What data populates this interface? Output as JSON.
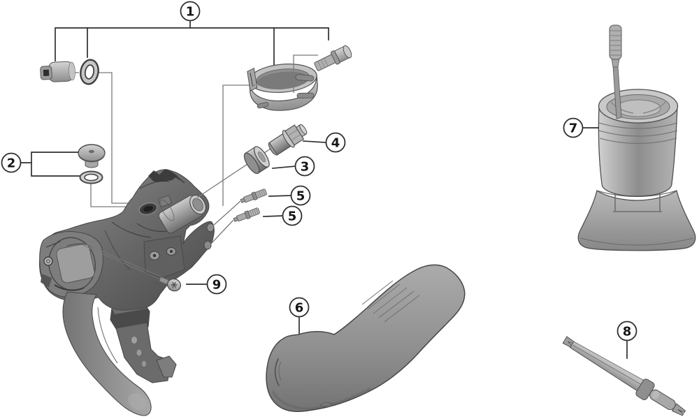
{
  "figure": {
    "kind": "exploded-parts-diagram",
    "background_color": "#ffffff",
    "outline_color": "#2f2f2f",
    "leader_line_color": "#7a7a7a",
    "part_fill_light": "#c9c9c9",
    "part_fill_mid": "#9a9a9a",
    "part_fill_dark": "#555555"
  },
  "callouts": {
    "c1": {
      "label": "1"
    },
    "c2": {
      "label": "2"
    },
    "c3": {
      "label": "3"
    },
    "c4": {
      "label": "4"
    },
    "c5a": {
      "label": "5"
    },
    "c5b": {
      "label": "5"
    },
    "c6": {
      "label": "6"
    },
    "c7": {
      "label": "7"
    },
    "c8": {
      "label": "8"
    },
    "c9": {
      "label": "9"
    }
  }
}
